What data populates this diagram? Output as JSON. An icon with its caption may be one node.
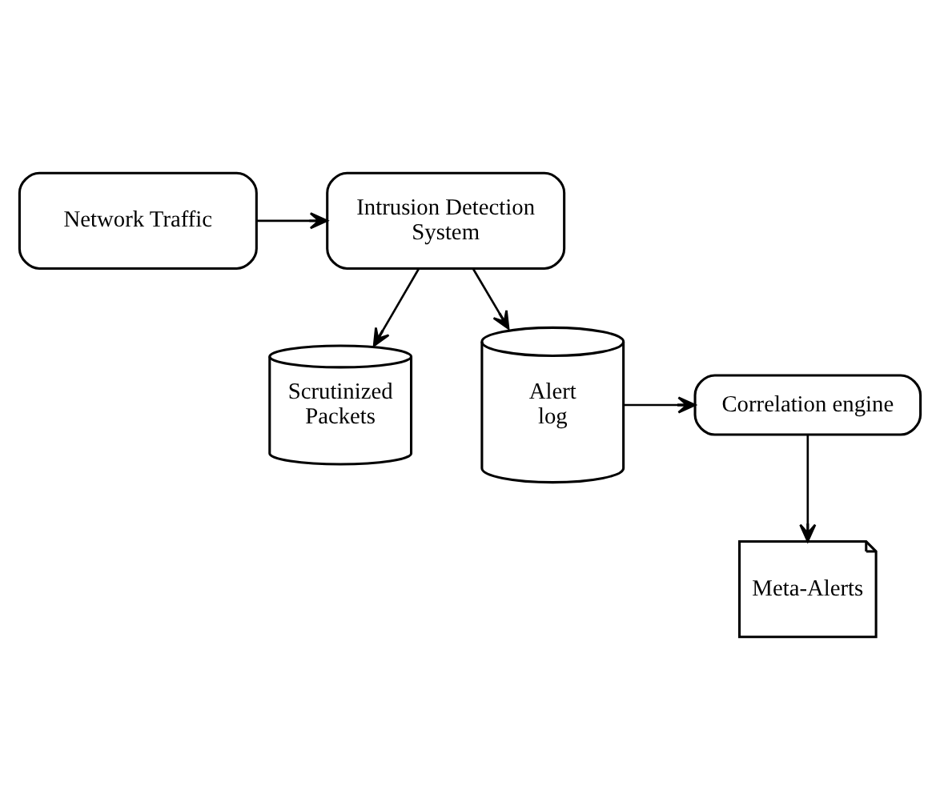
{
  "diagram": {
    "nodes": [
      {
        "text": [
          "Network Traffic"
        ]
      },
      {
        "text": [
          "Intrusion Detection System"
        ]
      },
      {
        "text": [
          "Scrutinized Packets"
        ]
      },
      {
        "text": [
          "Alert log"
        ]
      },
      {
        "text": [
          "Correlation engine"
        ]
      },
      {
        "text": [
          "Meta-Alerts"
        ]
      }
    ],
    "edges": [
      {
        "from": 0,
        "to": 1,
        "arrow": "to"
      },
      {
        "from": 1,
        "to": 2,
        "arrow": "to"
      },
      {
        "from": 1,
        "to": 3,
        "arrow": "to"
      },
      {
        "from": 3,
        "to": 4,
        "arrow": "to"
      },
      {
        "from": 4,
        "to": 5,
        "arrow": "to"
      }
    ]
  }
}
